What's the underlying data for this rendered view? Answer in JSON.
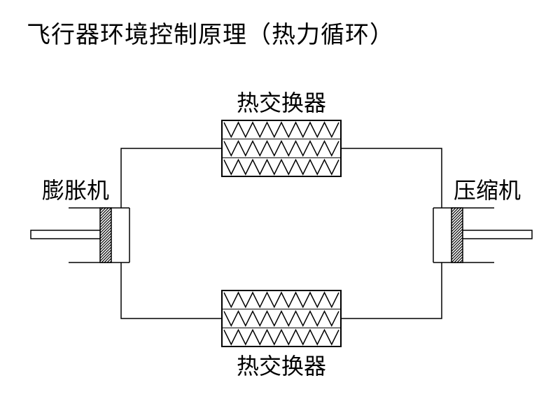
{
  "title": "飞行器环境控制原理（热力循环）",
  "labels": {
    "heat_exchanger_top": "热交换器",
    "heat_exchanger_bottom": "热交换器",
    "expander": "膨胀机",
    "compressor": "压缩机"
  }
}
